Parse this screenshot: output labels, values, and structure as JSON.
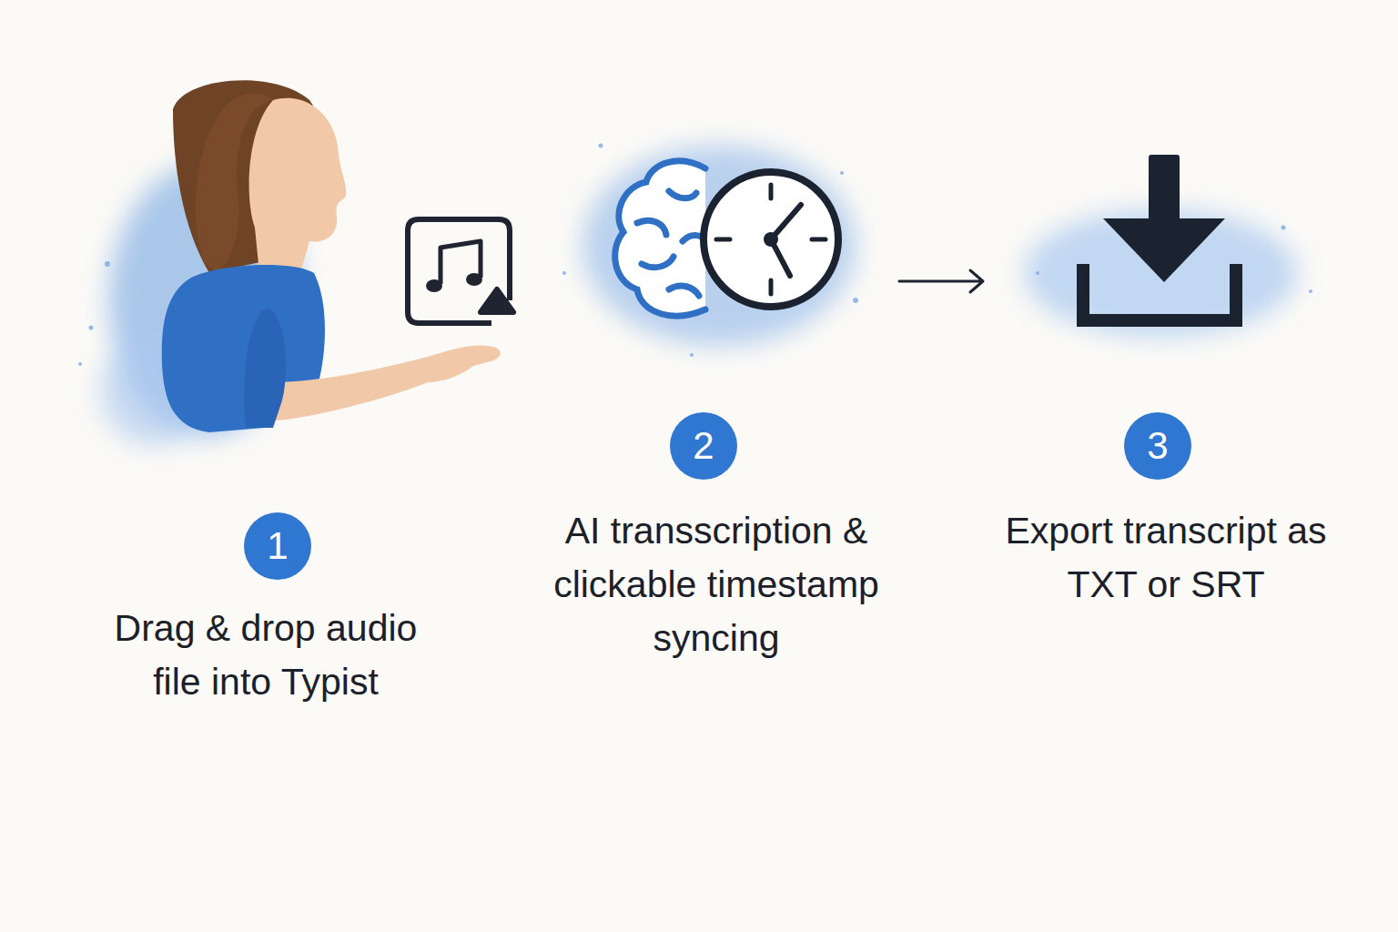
{
  "diagram": {
    "nodes": [
      {
        "text": [
          "1"
        ]
      },
      {
        "text": [
          "2"
        ]
      },
      {
        "text": [
          "3"
        ]
      }
    ],
    "labels": [
      "Drag & drop audio file into Typist",
      "AI transscription & clickable timestamp syncing",
      "Export transcript as TXT or SRT"
    ]
  }
}
